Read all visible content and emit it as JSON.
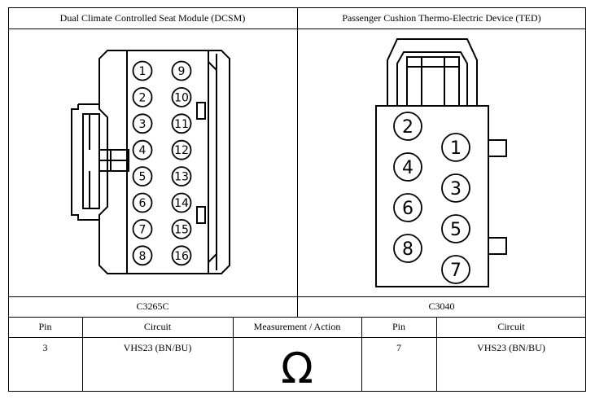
{
  "left_panel": {
    "title": "Dual Climate Controlled Seat Module (DCSM)",
    "connector_id": "C3265C",
    "pins_left": [
      "1",
      "2",
      "3",
      "4",
      "5",
      "6",
      "7",
      "8"
    ],
    "pins_right": [
      "9",
      "10",
      "11",
      "12",
      "13",
      "14",
      "15",
      "16"
    ]
  },
  "right_panel": {
    "title": "Passenger Cushion Thermo-Electric Device (TED)",
    "connector_id": "C3040",
    "pins_left": [
      "2",
      "4",
      "6",
      "8"
    ],
    "pins_right": [
      "1",
      "3",
      "5",
      "7"
    ]
  },
  "table": {
    "headers": [
      "Pin",
      "Circuit",
      "Measurement / Action",
      "Pin",
      "Circuit"
    ],
    "row": {
      "pin_a": "3",
      "circuit_a": "VHS23 (BN/BU)",
      "measurement_symbol": "Ω",
      "pin_b": "7",
      "circuit_b": "VHS23 (BN/BU)"
    }
  }
}
